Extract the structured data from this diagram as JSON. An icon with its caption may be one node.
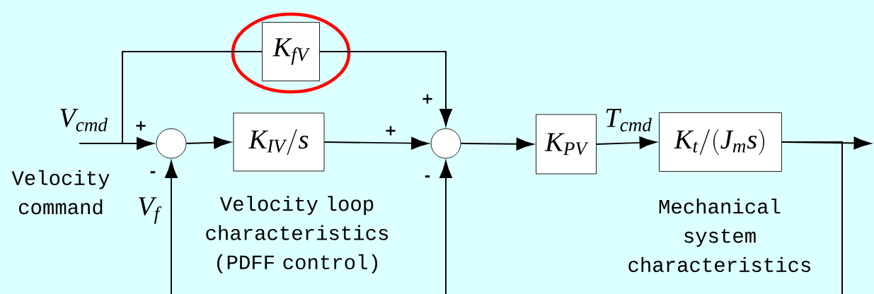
{
  "diagram": {
    "nodes": [
      {
        "text": [],
        "shape": "circle"
      },
      {
        "text": [
          "K_{IV} / s"
        ]
      },
      {
        "text": [
          "K_{fV}"
        ]
      },
      {
        "text": [],
        "shape": "circle"
      },
      {
        "text": [
          "K_{PV}"
        ]
      },
      {
        "text": [
          "K_t / (J_m s)"
        ]
      }
    ],
    "edges": [
      {
        "from": null,
        "to": 0,
        "arrow": "to",
        "label": "V_{cmd}"
      },
      {
        "from": null,
        "to": 2,
        "arrow": "none"
      },
      {
        "from": 0,
        "to": 1,
        "arrow": "to"
      },
      {
        "from": 1,
        "to": 3,
        "arrow": "to"
      },
      {
        "from": 2,
        "to": 3,
        "arrow": "to"
      },
      {
        "from": 3,
        "to": 4,
        "arrow": "to"
      },
      {
        "from": 4,
        "to": 5,
        "arrow": "to",
        "label": "T_{cmd}"
      },
      {
        "from": 5,
        "to": null,
        "arrow": "to"
      },
      {
        "from": 5,
        "to": null,
        "arrow": "none"
      },
      {
        "from": null,
        "to": 0,
        "arrow": "to",
        "label": "V_f"
      },
      {
        "from": null,
        "to": 3,
        "arrow": "to"
      }
    ],
    "labels": [
      "+",
      "+",
      "+",
      "-",
      "-",
      "Velocity command",
      "Velocity loop characteristics (PDFF control)",
      "Mechanical system characteristics"
    ]
  }
}
